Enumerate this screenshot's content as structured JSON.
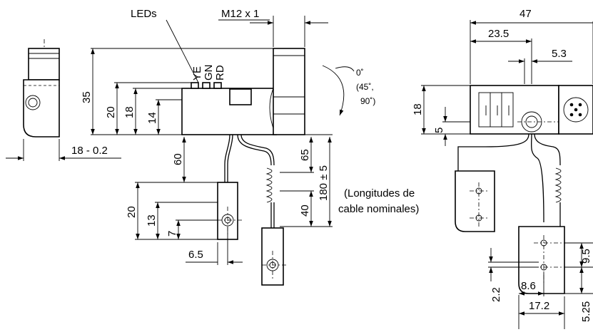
{
  "labels": {
    "leds": "LEDs",
    "connector": "M12 x 1",
    "led_ye": "YE",
    "led_gn": "GN",
    "led_rd": "RD",
    "rotation_0": "0˚",
    "rotation_alt_1": "(45˚,",
    "rotation_alt_2": "90˚)",
    "cable_note_1": "(Longitudes de",
    "cable_note_2": "cable nominales)"
  },
  "dimensions": {
    "width_total": "47",
    "width_half": "23.5",
    "width_small": "5.3",
    "height_35": "35",
    "height_20": "20",
    "height_18": "18",
    "height_14": "14",
    "thickness": "18 - 0.2",
    "cable_60": "60",
    "cable_65": "65",
    "cable_180": "180 ± 5",
    "cable_40": "40",
    "sensor_20": "20",
    "sensor_13": "13",
    "sensor_7": "7",
    "sensor_6_5": "6.5",
    "right_18": "18",
    "right_5": "5",
    "right_9_5": "9.5",
    "right_2_2": "2.2",
    "right_8_6": "8.6",
    "right_5_25": "5.25",
    "right_17_2": "17.2"
  }
}
